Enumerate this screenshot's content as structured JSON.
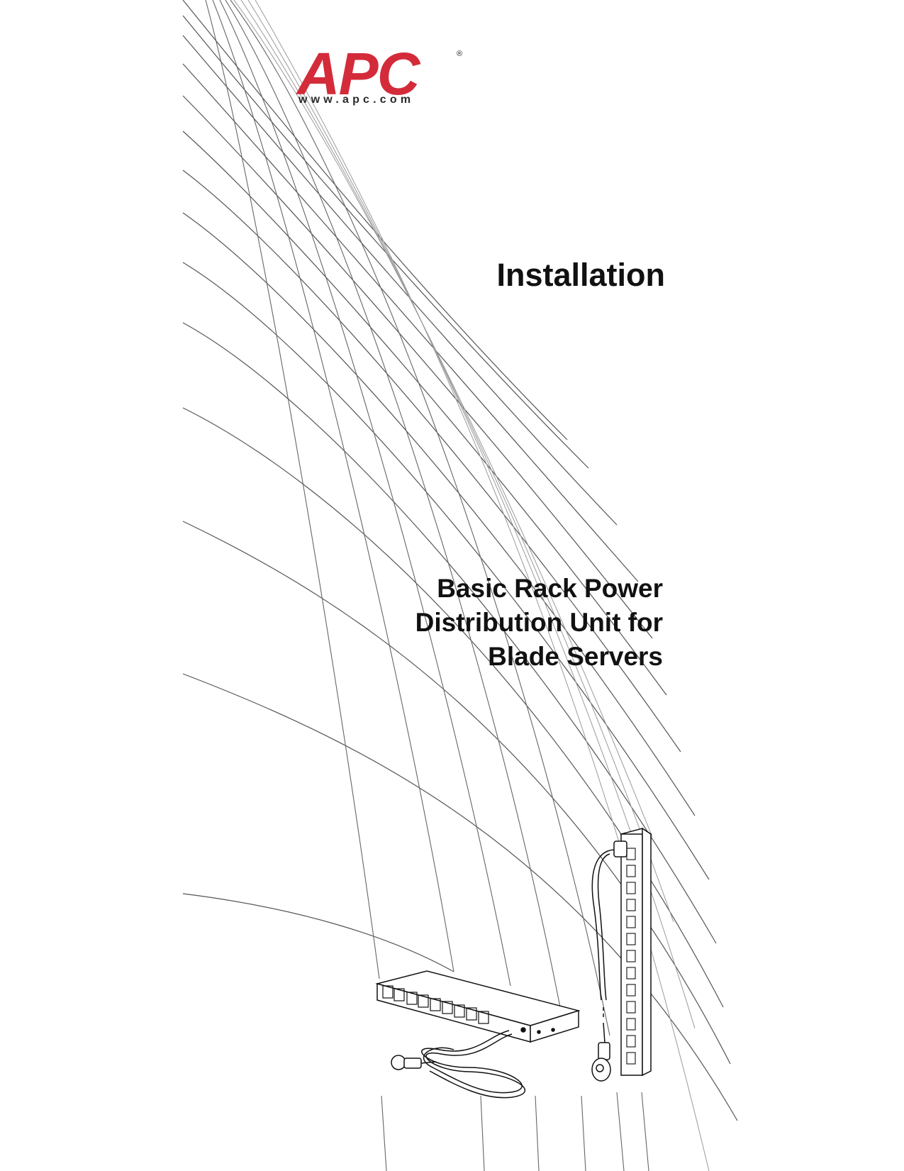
{
  "brand": {
    "logo_text": "APC",
    "registered_mark": "®",
    "url": "www.apc.com",
    "logo_color": "#d42b3a"
  },
  "document": {
    "type_label": "Installation",
    "title_lines": [
      "Basic Rack Power",
      "Distribution Unit for",
      "Blade Servers"
    ]
  },
  "illustrations": [
    {
      "name": "horizontal-rack-pdu",
      "icon": "horizontal-pdu-with-coiled-cord"
    },
    {
      "name": "vertical-rack-pdu",
      "icon": "vertical-pdu-with-locking-plug"
    }
  ],
  "background_pattern": "curved-grid-lines"
}
